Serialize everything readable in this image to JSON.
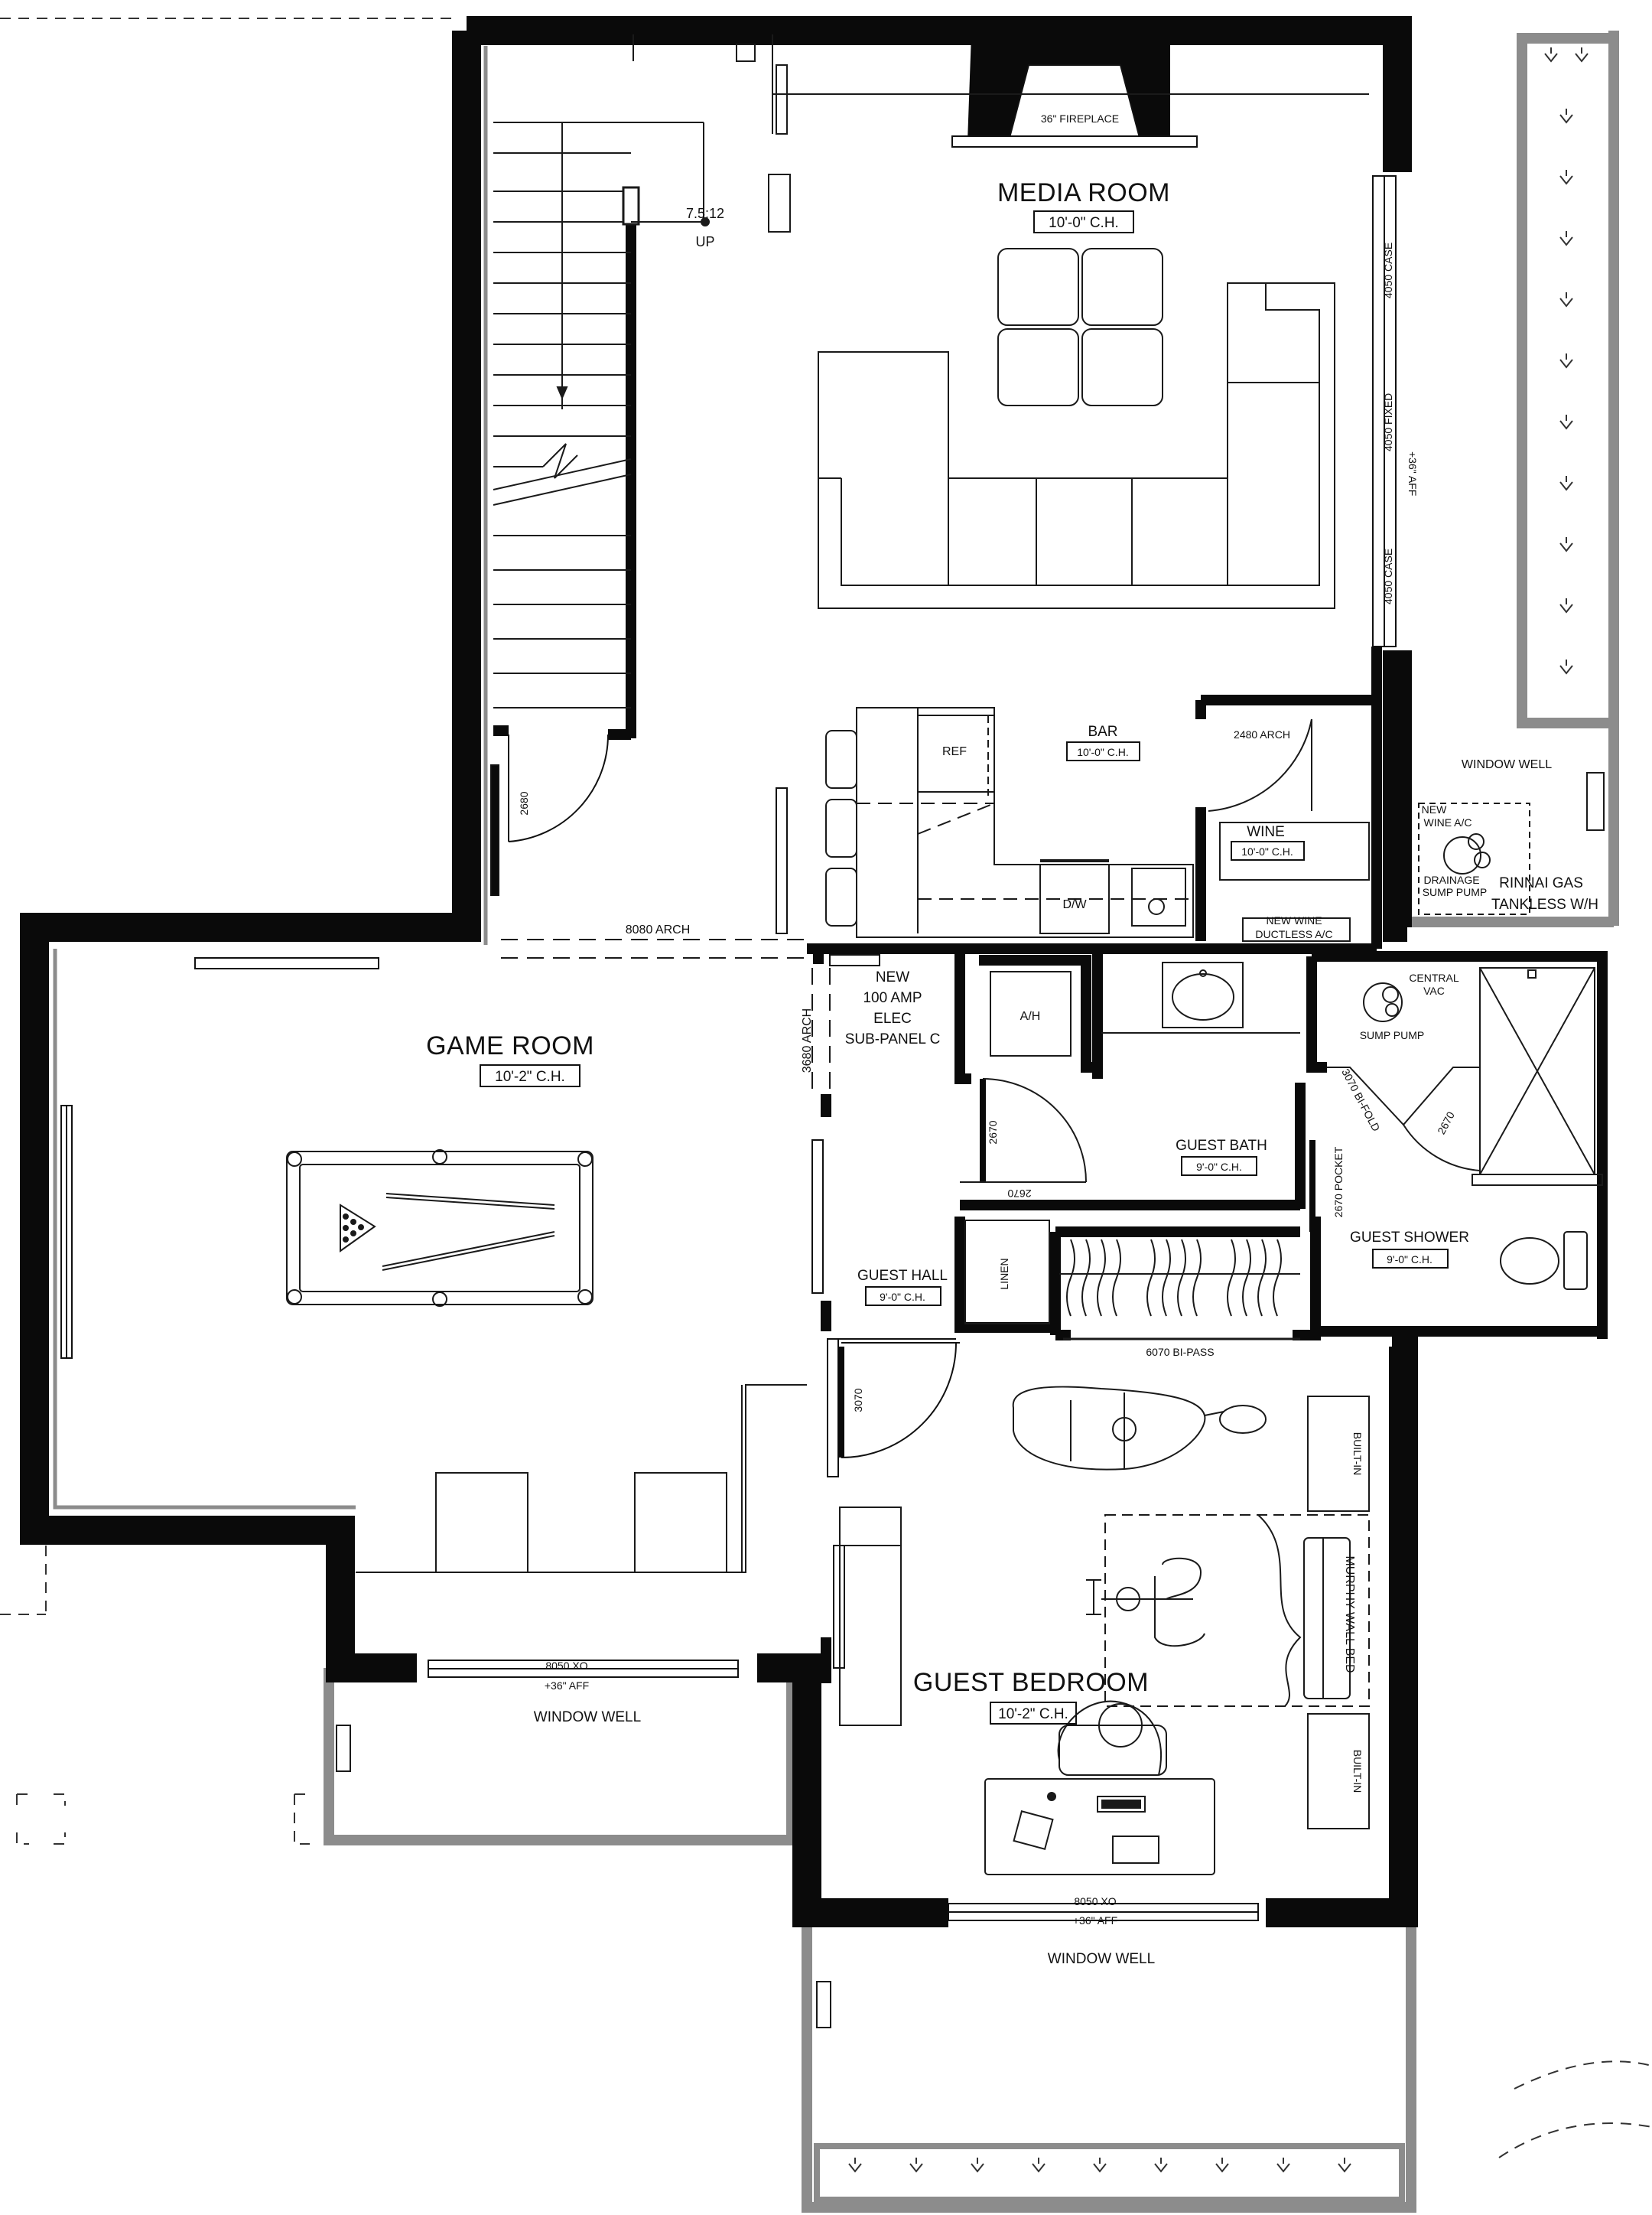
{
  "rooms": {
    "media_room": {
      "name": "MEDIA ROOM",
      "ceiling": "10'-0\" C.H."
    },
    "bar": {
      "name": "BAR",
      "ceiling": "10'-0\" C.H."
    },
    "wine": {
      "name": "WINE",
      "ceiling": "10'-0\" C.H."
    },
    "game_room": {
      "name": "GAME ROOM",
      "ceiling": "10'-2\" C.H."
    },
    "guest_bath": {
      "name": "GUEST BATH",
      "ceiling": "9'-0\" C.H."
    },
    "guest_shower": {
      "name": "GUEST SHOWER",
      "ceiling": "9'-0\" C.H."
    },
    "guest_hall": {
      "name": "GUEST HALL",
      "ceiling": "9'-0\" C.H."
    },
    "guest_bedroom": {
      "name": "GUEST BEDROOM",
      "ceiling": "10'-2\" C.H."
    }
  },
  "labels": {
    "fireplace": "36\" FIREPLACE",
    "stair_slope": "7.5:12",
    "stair_up": "UP",
    "window_4050_case_top": "4050 CASE",
    "window_4050_fixed": "4050 FIXED",
    "window_aff": "+36\" AFF",
    "window_4050_case_bottom": "4050 CASE",
    "door_2680_stair": "2680",
    "ref": "REF",
    "arch_2480": "2480 ARCH",
    "dw": "D/W",
    "wine_ac_line1": "NEW WINE",
    "wine_ac_line2": "DUCTLESS A/C",
    "window_well_east": "WINDOW WELL",
    "new_wine_ac_outdoor_1": "NEW",
    "new_wine_ac_outdoor_2": "WINE A/C",
    "drainage_1": "DRAINAGE",
    "drainage_2": "SUMP PUMP",
    "rinnai_1": "RINNAI GAS",
    "rinnai_2": "TANKLESS W/H",
    "arch_8080": "8080 ARCH",
    "subpanel_1": "NEW",
    "subpanel_2": "100 AMP",
    "subpanel_3": "ELEC",
    "subpanel_4": "SUB-PANEL C",
    "arch_3680": "3680 ARCH",
    "ah": "A/H",
    "door_2670_a": "2670",
    "door_2670_b": "2670",
    "central_vac_1": "CENTRAL",
    "central_vac_2": "VAC",
    "sump_pump": "SUMP PUMP",
    "bifold_3070": "3070 BI-FOLD",
    "door_2670_c": "2670",
    "pocket_2670": "2670 POCKET",
    "linen": "LINEN",
    "bipass_6070": "6070 BI-PASS",
    "door_3070": "3070",
    "builtin_top": "BUILT-IN",
    "builtin_bottom": "BUILT-IN",
    "murphy": "MURPHY WALL BED",
    "window_8050_game": "8050 XO",
    "window_aff_game": "+36\" AFF",
    "window_well_game": "WINDOW WELL",
    "window_8050_bed": "8050 XO",
    "window_aff_bed": "+36\" AFF",
    "window_well_bed": "WINDOW WELL"
  },
  "colors": {
    "wall": "#0a0a0a",
    "exterior_well": "#8c8c8c",
    "line": "#1a1a1a",
    "background": "#ffffff"
  }
}
